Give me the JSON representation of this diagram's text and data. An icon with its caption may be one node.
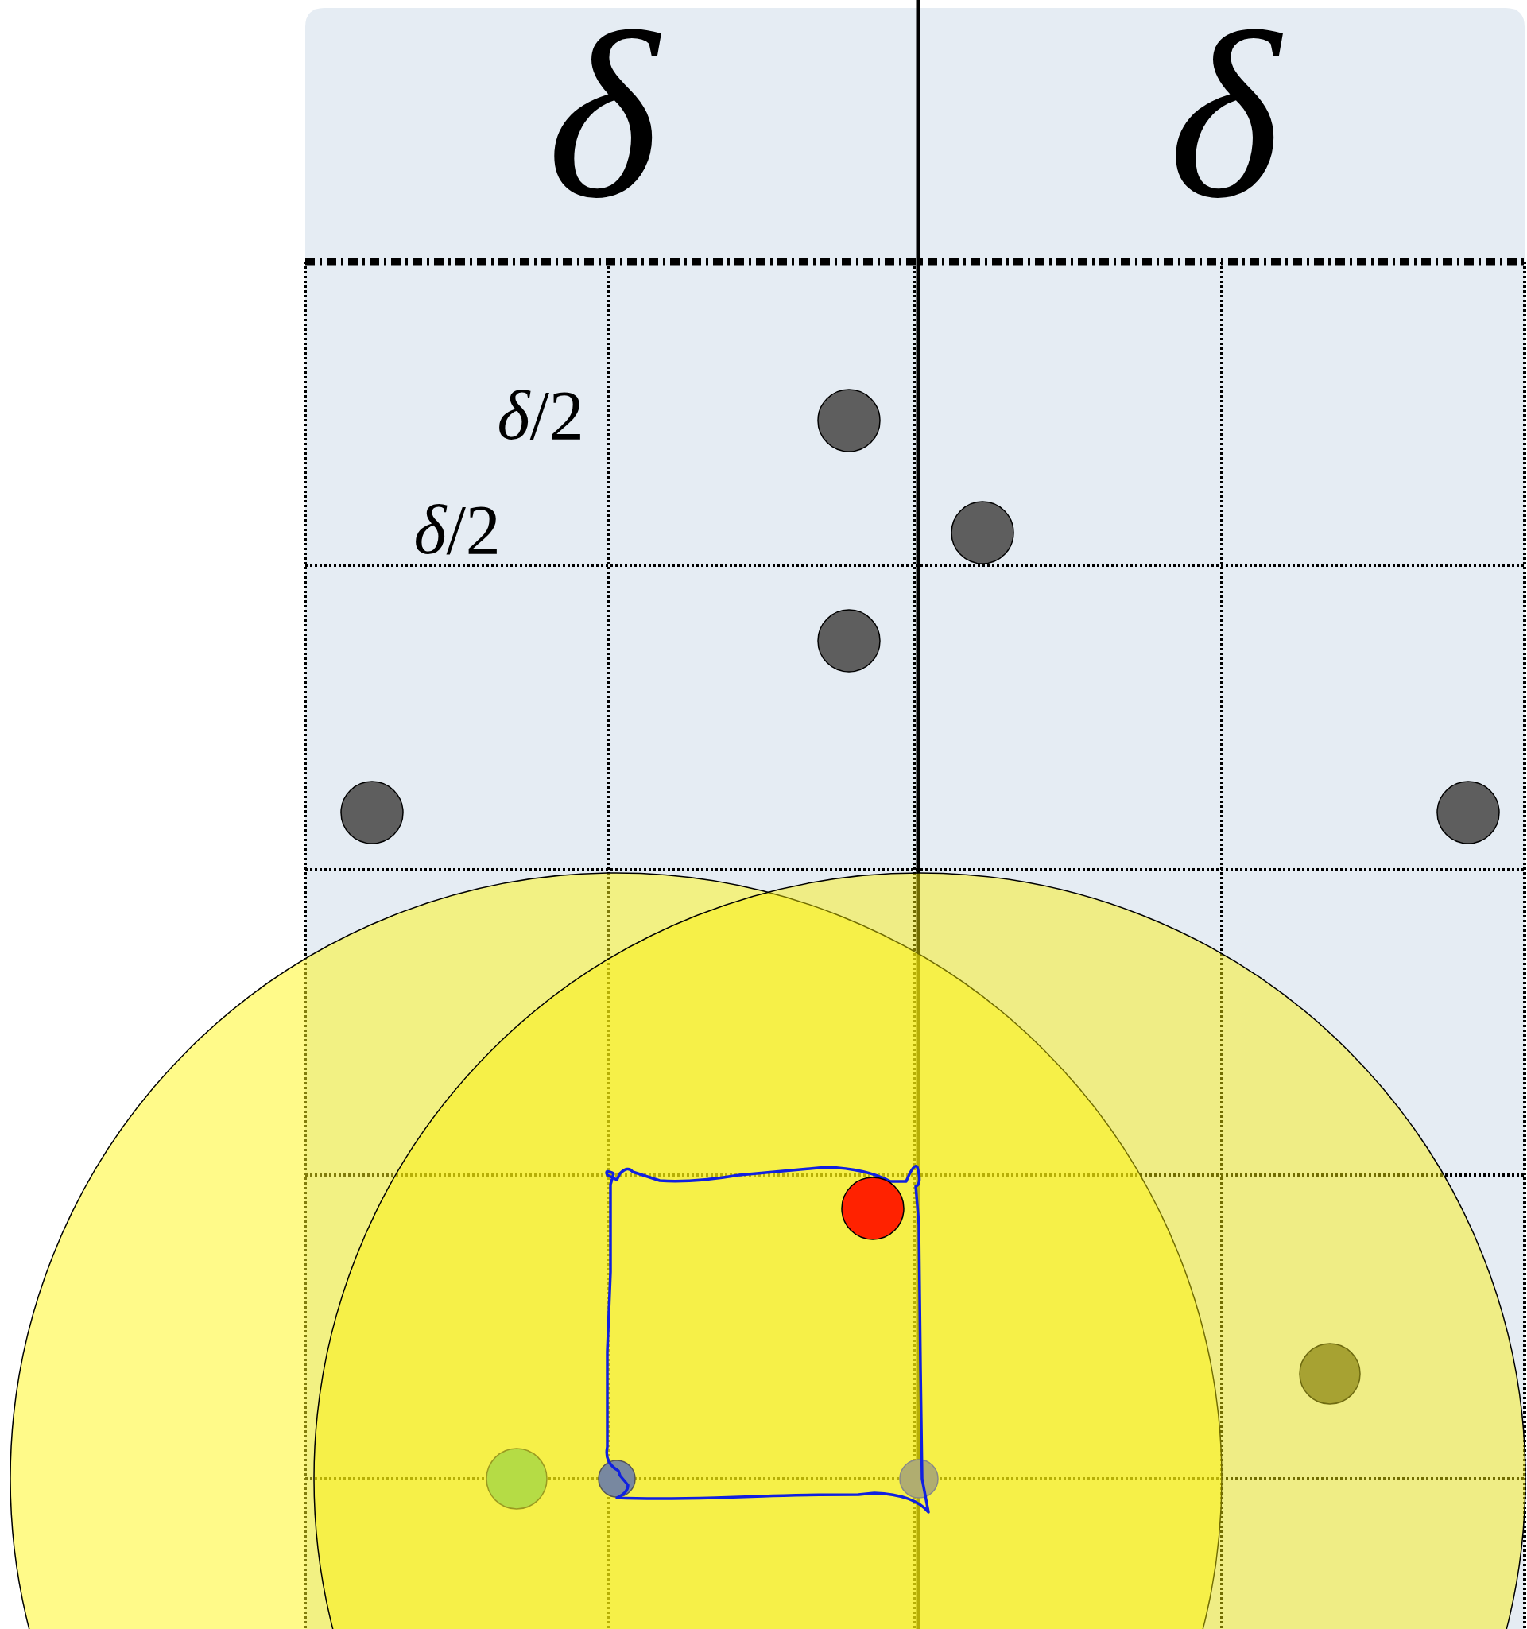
{
  "diagram": {
    "labels": [
      "δ",
      "δ",
      "*δ*/2",
      "*δ*/2"
    ]
  }
}
